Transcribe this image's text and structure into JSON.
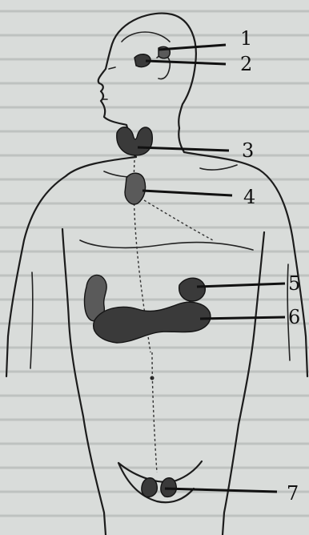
{
  "labels": [
    {
      "id": 1,
      "text": "1"
    },
    {
      "id": 2,
      "text": "2"
    },
    {
      "id": 3,
      "text": "3"
    },
    {
      "id": 4,
      "text": "4"
    },
    {
      "id": 5,
      "text": "5"
    },
    {
      "id": 6,
      "text": "6"
    },
    {
      "id": 7,
      "text": "7"
    }
  ]
}
